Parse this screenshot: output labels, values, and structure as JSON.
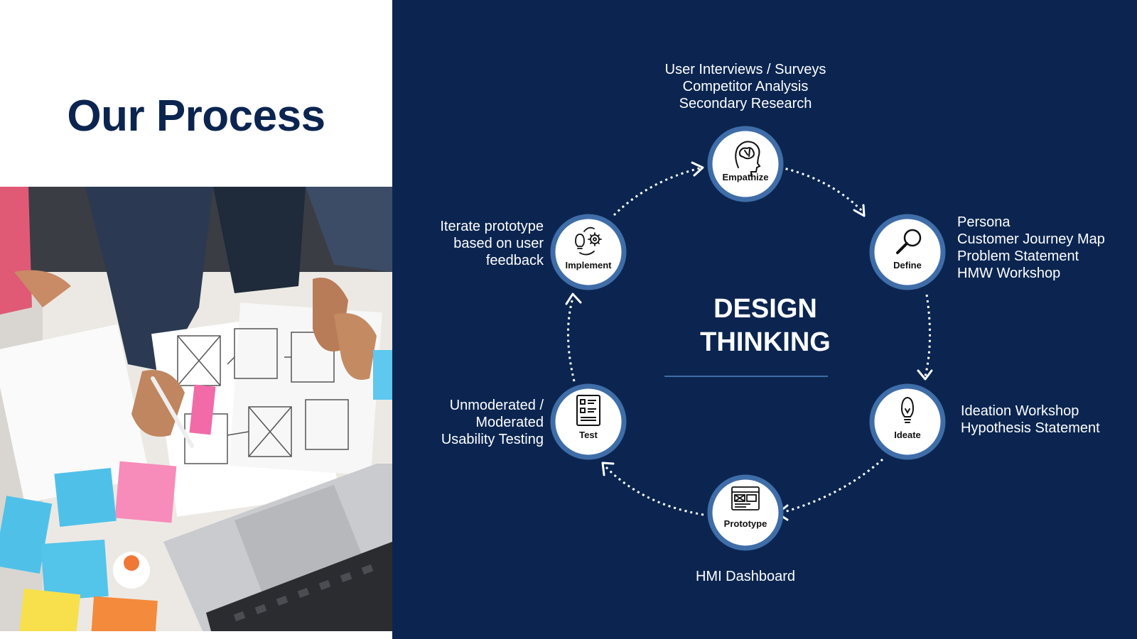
{
  "left": {
    "title": "Our Process"
  },
  "diagram": {
    "center_title_line1": "DESIGN",
    "center_title_line2": "THINKING",
    "stages": [
      {
        "label": "Empathize",
        "icon": "brain-head-icon",
        "notes": [
          "User Interviews / Surveys",
          "Competitor Analysis",
          "Secondary Research"
        ]
      },
      {
        "label": "Define",
        "icon": "magnifier-icon",
        "notes": [
          "Persona",
          "Customer Journey Map",
          "Problem Statement",
          "HMW Workshop"
        ]
      },
      {
        "label": "Ideate",
        "icon": "lightbulb-icon",
        "notes": [
          "Ideation Workshop",
          "Hypothesis Statement"
        ]
      },
      {
        "label": "Prototype",
        "icon": "wireframe-icon",
        "notes": [
          "HMI Dashboard"
        ]
      },
      {
        "label": "Test",
        "icon": "checklist-icon",
        "notes": [
          "Unmoderated /",
          "Moderated",
          "Usability Testing"
        ]
      },
      {
        "label": "Implement",
        "icon": "idea-gears-icon",
        "notes": [
          "Iterate prototype",
          "based on user",
          "feedback"
        ]
      }
    ]
  },
  "colors": {
    "navy": "#0b2550",
    "ring": "#3f6da8",
    "white": "#ffffff"
  }
}
